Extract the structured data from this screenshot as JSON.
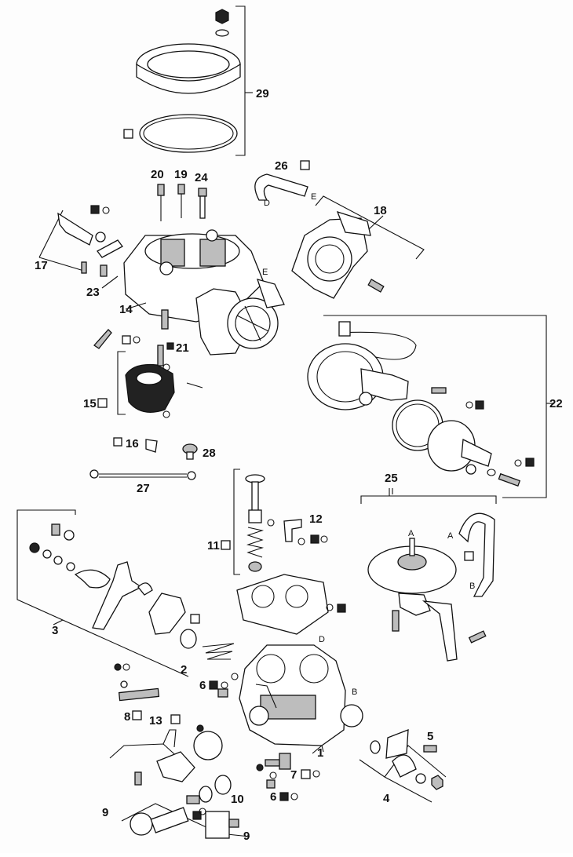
{
  "diagram": {
    "labels": {
      "l1": "1",
      "l2": "2",
      "l3": "3",
      "l4": "4",
      "l5": "5",
      "l6a": "6",
      "l6b": "6",
      "l7": "7",
      "l8": "8",
      "l9a": "9",
      "l9b": "9",
      "l10": "10",
      "l11": "11",
      "l12": "12",
      "l13": "13",
      "l14": "14",
      "l15": "15",
      "l16": "16",
      "l17": "17",
      "l18": "18",
      "l19": "19",
      "l20": "20",
      "l21": "21",
      "l22": "22",
      "l23": "23",
      "l24": "24",
      "l25": "25",
      "l26": "26",
      "l27": "27",
      "l28": "28",
      "l29": "29"
    },
    "letters": {
      "a1": "A",
      "a2": "A",
      "b1": "B",
      "b2": "B",
      "d1": "D",
      "d2": "D",
      "e1": "E",
      "e2": "E"
    }
  }
}
